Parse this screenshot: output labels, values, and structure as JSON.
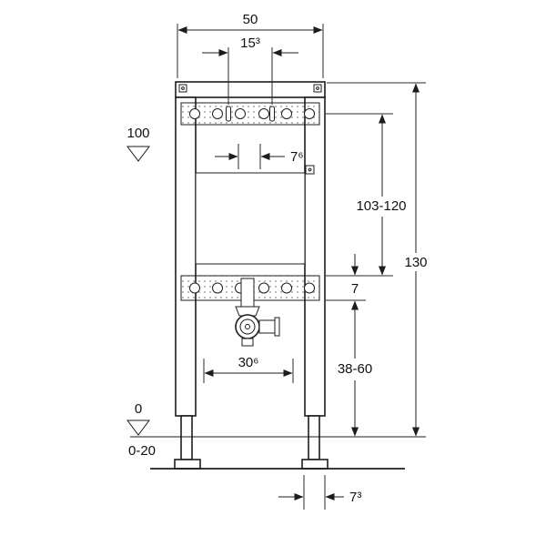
{
  "drawing": {
    "type": "installation-frame dimensional drawing",
    "units_note": "",
    "colors": {
      "line": "#1d1d1d",
      "background": "#ffffff"
    }
  },
  "dimensions": {
    "top_width": "50",
    "top_hole_spacing": "15³",
    "upper_slot_spacing": "7⁶",
    "upper_level": "100",
    "mounting_height_range": "103-120",
    "frame_height": "130",
    "plate_depth": "7",
    "trap_height_range": "38-60",
    "lower_hole_spacing": "30⁶",
    "floor_level": "0",
    "floor_adjust_range": "0-20",
    "foot_depth": "7³"
  }
}
